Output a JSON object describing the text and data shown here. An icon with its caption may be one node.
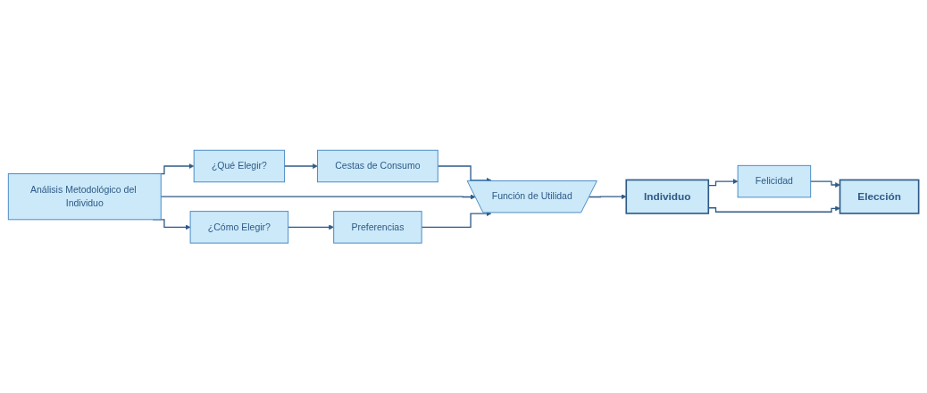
{
  "diagram": {
    "nodes": [
      {
        "text": [
          "Análisis Metodológico del Individuo"
        ]
      },
      {
        "text": [
          "¿Qué Elegir?"
        ]
      },
      {
        "text": [
          "Cestas de Consumo"
        ]
      },
      {
        "text": [
          "¿Cómo Elegir?"
        ]
      },
      {
        "text": [
          "Preferencias"
        ]
      },
      {
        "text": [
          "Función de Utilidad"
        ]
      },
      {
        "text": [
          "Felicidad"
        ]
      },
      {
        "text": [
          "Individuo"
        ]
      },
      {
        "text": [
          "Elección"
        ]
      }
    ],
    "edges": [
      {
        "from": 0,
        "to": 1,
        "arrow": "to"
      },
      {
        "from": 1,
        "to": 2,
        "arrow": "to"
      },
      {
        "from": 2,
        "to": 5,
        "arrow": "to"
      },
      {
        "from": 0,
        "to": 5,
        "arrow": "to"
      },
      {
        "from": 0,
        "to": 3,
        "arrow": "to"
      },
      {
        "from": 3,
        "to": 4,
        "arrow": "to"
      },
      {
        "from": 4,
        "to": 5,
        "arrow": "to"
      },
      {
        "from": 5,
        "to": 7,
        "arrow": "to"
      },
      {
        "from": 7,
        "to": 6,
        "arrow": "to"
      },
      {
        "from": 6,
        "to": 8,
        "arrow": "to"
      },
      {
        "from": 7,
        "to": 8,
        "arrow": "to"
      }
    ]
  }
}
